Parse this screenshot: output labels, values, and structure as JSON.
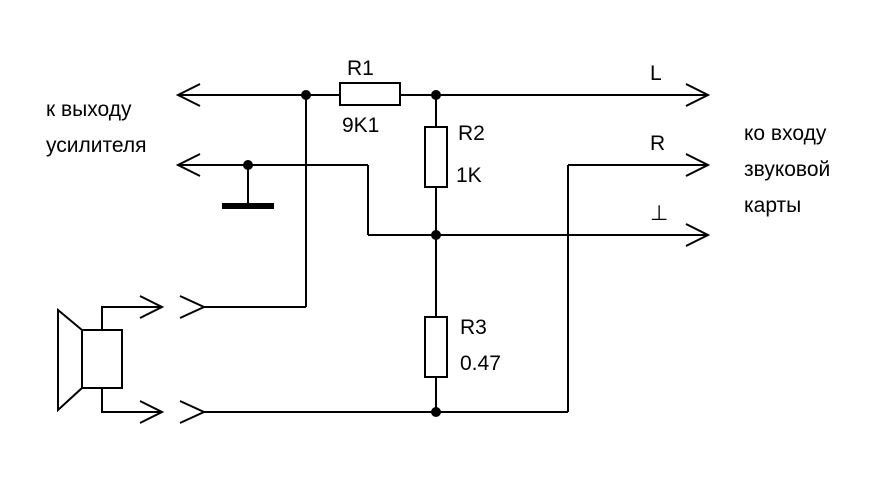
{
  "left_labels": {
    "line1": "к выходу",
    "line2": "усилителя"
  },
  "right_labels": {
    "line1": "ко входу",
    "line2": "звуковой",
    "line3": "карты"
  },
  "components": {
    "r1": {
      "ref": "R1",
      "value": "9K1"
    },
    "r2": {
      "ref": "R2",
      "value": "1K"
    },
    "r3": {
      "ref": "R3",
      "value": "0.47"
    }
  },
  "outputs": {
    "left": "L",
    "right": "R",
    "ground_symbol": "⊥"
  },
  "icons": {
    "speaker": "speaker-icon",
    "ground": "ground-icon"
  },
  "colors": {
    "ink": "#000000",
    "background": "#ffffff"
  }
}
